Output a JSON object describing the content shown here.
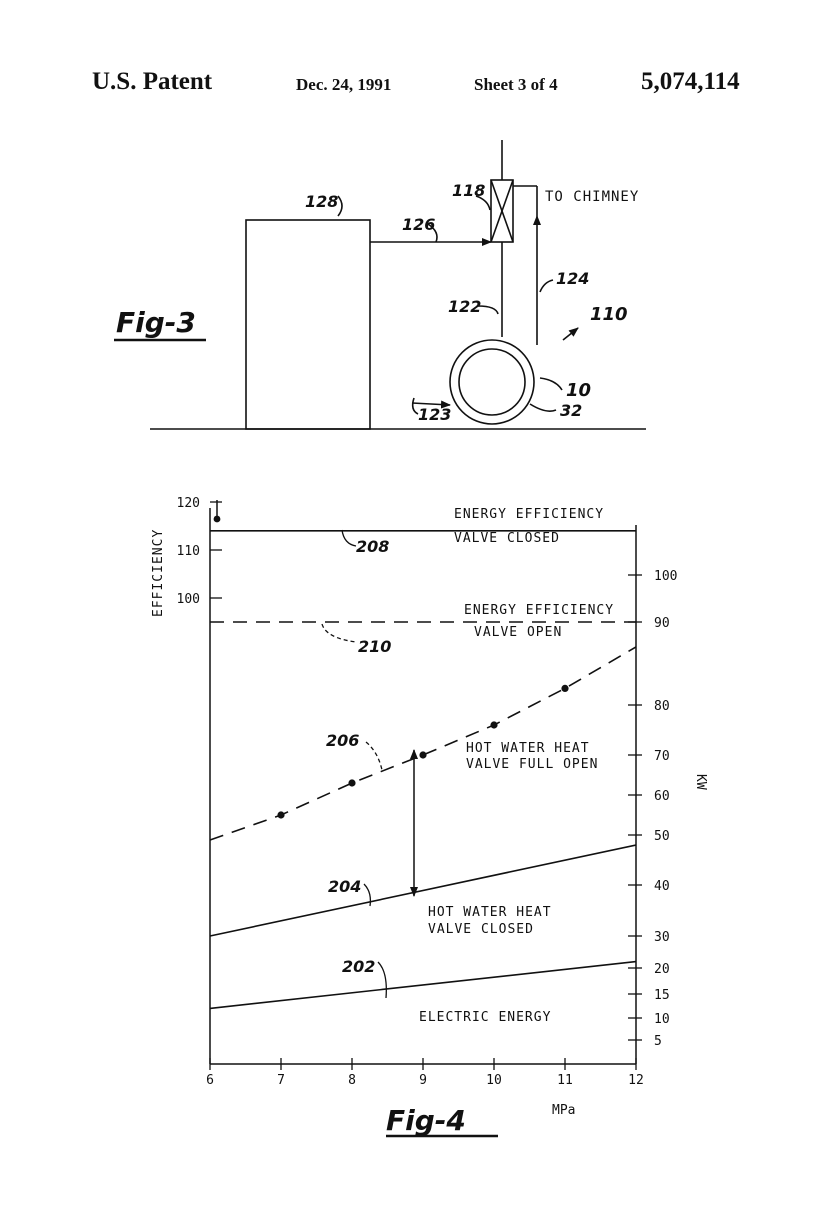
{
  "header": {
    "title": "U.S. Patent",
    "date": "Dec. 24, 1991",
    "sheet": "Sheet 3 of 4",
    "patent_number": "5,074,114"
  },
  "fig3": {
    "label": "Fig-3",
    "to_chimney": "TO CHIMNEY",
    "refs": {
      "r128": "128",
      "r118": "118",
      "r126": "126",
      "r124": "124",
      "r122": "122",
      "r110": "110",
      "r10": "10",
      "r32": "32",
      "r123": "123"
    }
  },
  "fig4": {
    "label": "Fig-4",
    "left_axis_label": "EFFICIENCY",
    "right_axis_label": "KW",
    "x_axis_label": "MPa",
    "annotations": {
      "a208_1": "ENERGY EFFICIENCY",
      "a208_2": "VALVE CLOSED",
      "a210_1": "ENERGY EFFICIENCY",
      "a210_2": "VALVE OPEN",
      "a206_1": "HOT WATER HEAT",
      "a206_2": "VALVE FULL OPEN",
      "a204_1": "HOT WATER HEAT",
      "a204_2": "VALVE CLOSED",
      "a202": "ELECTRIC ENERGY"
    },
    "curve_refs": {
      "r208": "208",
      "r210": "210",
      "r206": "206",
      "r204": "204",
      "r202": "202"
    }
  },
  "chart_data": {
    "type": "line",
    "xlabel": "MPa",
    "ylabel": "EFFICIENCY",
    "y2label": "KW",
    "xlim": [
      6,
      12
    ],
    "x_ticks": [
      "6",
      "7",
      "8",
      "9",
      "10",
      "11",
      "12"
    ],
    "left_ticks": [
      "120",
      "110",
      "100"
    ],
    "right_ticks": [
      "100",
      "90",
      "80",
      "70",
      "60",
      "50",
      "40",
      "30",
      "20",
      "15",
      "10",
      "5"
    ],
    "series": [
      {
        "name": "208",
        "axis": "left",
        "style": "solid",
        "x": [
          6,
          12
        ],
        "y": [
          114,
          114
        ]
      },
      {
        "name": "210",
        "axis": "left",
        "style": "dashed",
        "x": [
          6,
          12
        ],
        "y": [
          95,
          95
        ]
      },
      {
        "name": "206",
        "axis": "right",
        "style": "dashed",
        "x": [
          6,
          7,
          8,
          9,
          10,
          11,
          12
        ],
        "y": [
          49,
          55,
          63,
          70,
          76,
          82,
          87
        ]
      },
      {
        "name": "204",
        "axis": "right",
        "style": "solid",
        "x": [
          6,
          12
        ],
        "y": [
          30,
          48
        ]
      },
      {
        "name": "202",
        "axis": "right",
        "style": "solid",
        "x": [
          6,
          12
        ],
        "y": [
          12,
          22
        ]
      }
    ]
  }
}
